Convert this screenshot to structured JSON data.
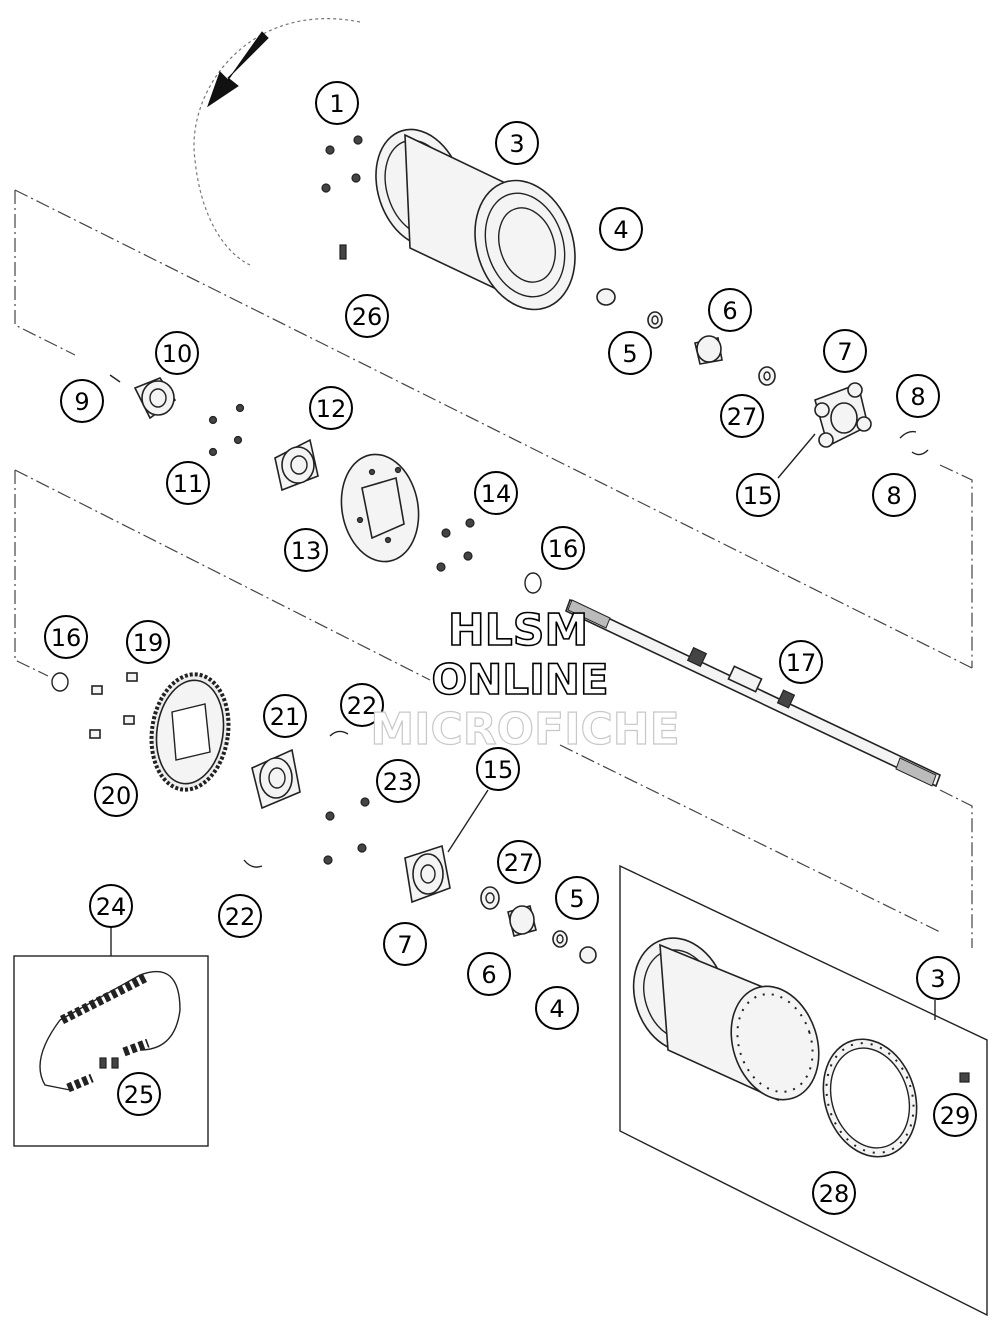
{
  "callouts": [
    "1",
    "3",
    "26",
    "4",
    "5",
    "6",
    "7",
    "27",
    "8",
    "8",
    "15",
    "10",
    "9",
    "12",
    "11",
    "13",
    "14",
    "16",
    "17",
    "16",
    "19",
    "21",
    "22",
    "20",
    "23",
    "15",
    "27",
    "5",
    "22",
    "7",
    "6",
    "4",
    "24",
    "25",
    "3",
    "29",
    "28"
  ],
  "watermark": {
    "line1": "HLSM",
    "line2": "ONLINE",
    "line3": "MICROFICHE"
  },
  "colors": {
    "ink": "#000000",
    "line": "#222222",
    "fill": "#f4f4f4",
    "watermark_light": "#c8c8c8"
  },
  "icons": [
    "rotation-arrow-icon"
  ]
}
